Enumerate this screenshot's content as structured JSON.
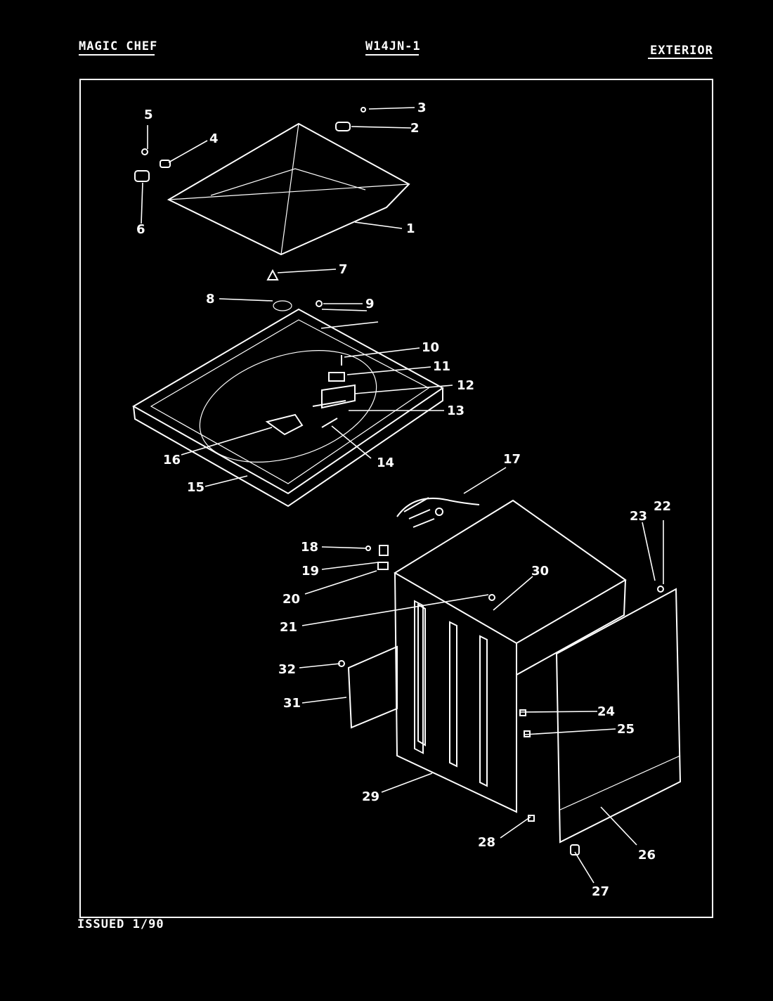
{
  "header": {
    "brand": "MAGIC CHEF",
    "model": "W14JN-1",
    "section": "EXTERIOR"
  },
  "footer": {
    "issued": "ISSUED 1/90"
  },
  "callouts": [
    {
      "label": "1"
    },
    {
      "label": "2"
    },
    {
      "label": "3"
    },
    {
      "label": "4"
    },
    {
      "label": "5"
    },
    {
      "label": "6"
    },
    {
      "label": "7"
    },
    {
      "label": "8"
    },
    {
      "label": "9"
    },
    {
      "label": "10"
    },
    {
      "label": "11"
    },
    {
      "label": "12"
    },
    {
      "label": "13"
    },
    {
      "label": "14"
    },
    {
      "label": "15"
    },
    {
      "label": "16"
    },
    {
      "label": "17"
    },
    {
      "label": "18"
    },
    {
      "label": "19"
    },
    {
      "label": "20"
    },
    {
      "label": "21"
    },
    {
      "label": "22"
    },
    {
      "label": "23"
    },
    {
      "label": "24"
    },
    {
      "label": "25"
    },
    {
      "label": "26"
    },
    {
      "label": "27"
    },
    {
      "label": "28"
    },
    {
      "label": "29"
    },
    {
      "label": "30"
    },
    {
      "label": "31"
    },
    {
      "label": "32"
    }
  ]
}
